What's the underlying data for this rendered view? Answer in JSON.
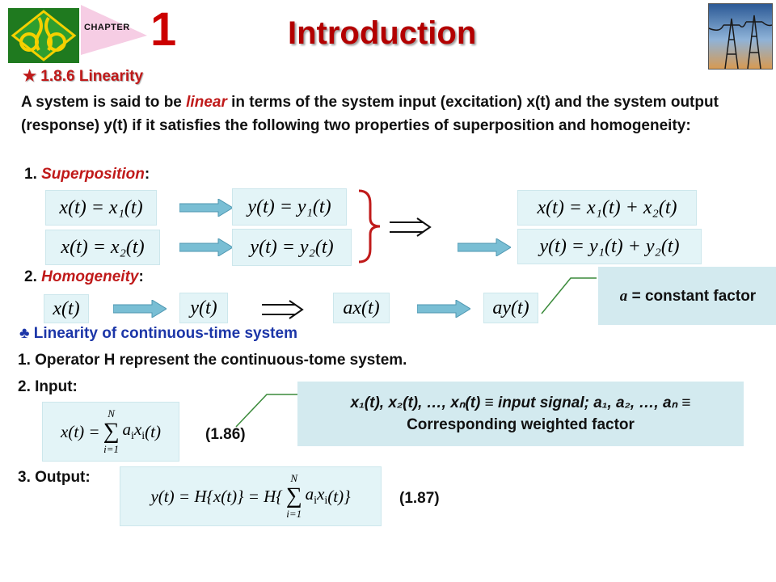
{
  "header": {
    "chapter_label": "CHAPTER",
    "chapter_number": "1",
    "title": "Introduction"
  },
  "section": {
    "heading": "★ 1.8.6 Linearity"
  },
  "intro": {
    "part1": "A system is said to be ",
    "keyword": "linear",
    "part2": " in terms of the system input (excitation) x(t) and the system output (response) y(t) if it satisfies the following two properties of superposition and homogeneity:"
  },
  "superposition": {
    "label_num": "1. ",
    "label_name": "Superposition",
    "label_colon": ":",
    "eq_x1": "x(t) = x₁(t)",
    "eq_y1": "y(t) = y₁(t)",
    "eq_x2": "x(t) = x₂(t)",
    "eq_y2": "y(t) = y₂(t)",
    "eq_xsum": "x(t) = x₁(t) + x₂(t)",
    "eq_ysum": "y(t) = y₁(t) + y₂(t)"
  },
  "homogeneity": {
    "label_num": "2. ",
    "label_name": "Homogeneity",
    "label_colon": ":",
    "eq_x": "x(t)",
    "eq_y": "y(t)",
    "eq_ax": "ax(t)",
    "eq_ay": "ay(t)",
    "callout_var": "a",
    "callout_text": " = constant factor"
  },
  "continuous": {
    "heading": "♣ Linearity of continuous-time system",
    "item1": "1. Operator H represent the continuous-tome system.",
    "item2": "2. Input:",
    "item3": "3. Output:",
    "eq_num_input": "(1.86)",
    "eq_num_output": "(1.87)",
    "input_callout_line1": "x₁(t), x₂(t), …, xₙ(t) ≡ input signal; a₁, a₂, …, aₙ ≡",
    "input_callout_line2": "Corresponding weighted factor"
  },
  "colors": {
    "title": "#b30000",
    "accent_red": "#c01a1a",
    "heading_blue": "#1c36a8",
    "equation_bg": "#e3f4f7",
    "callout_bg": "#d3eaef",
    "arrow_blue": "#79bed4"
  },
  "icons": {
    "logo": "university-logo-icon",
    "photo": "power-lines-photo",
    "arrow": "right-arrow-icon",
    "implies": "implies-arrow-icon",
    "brace": "right-brace-icon"
  }
}
